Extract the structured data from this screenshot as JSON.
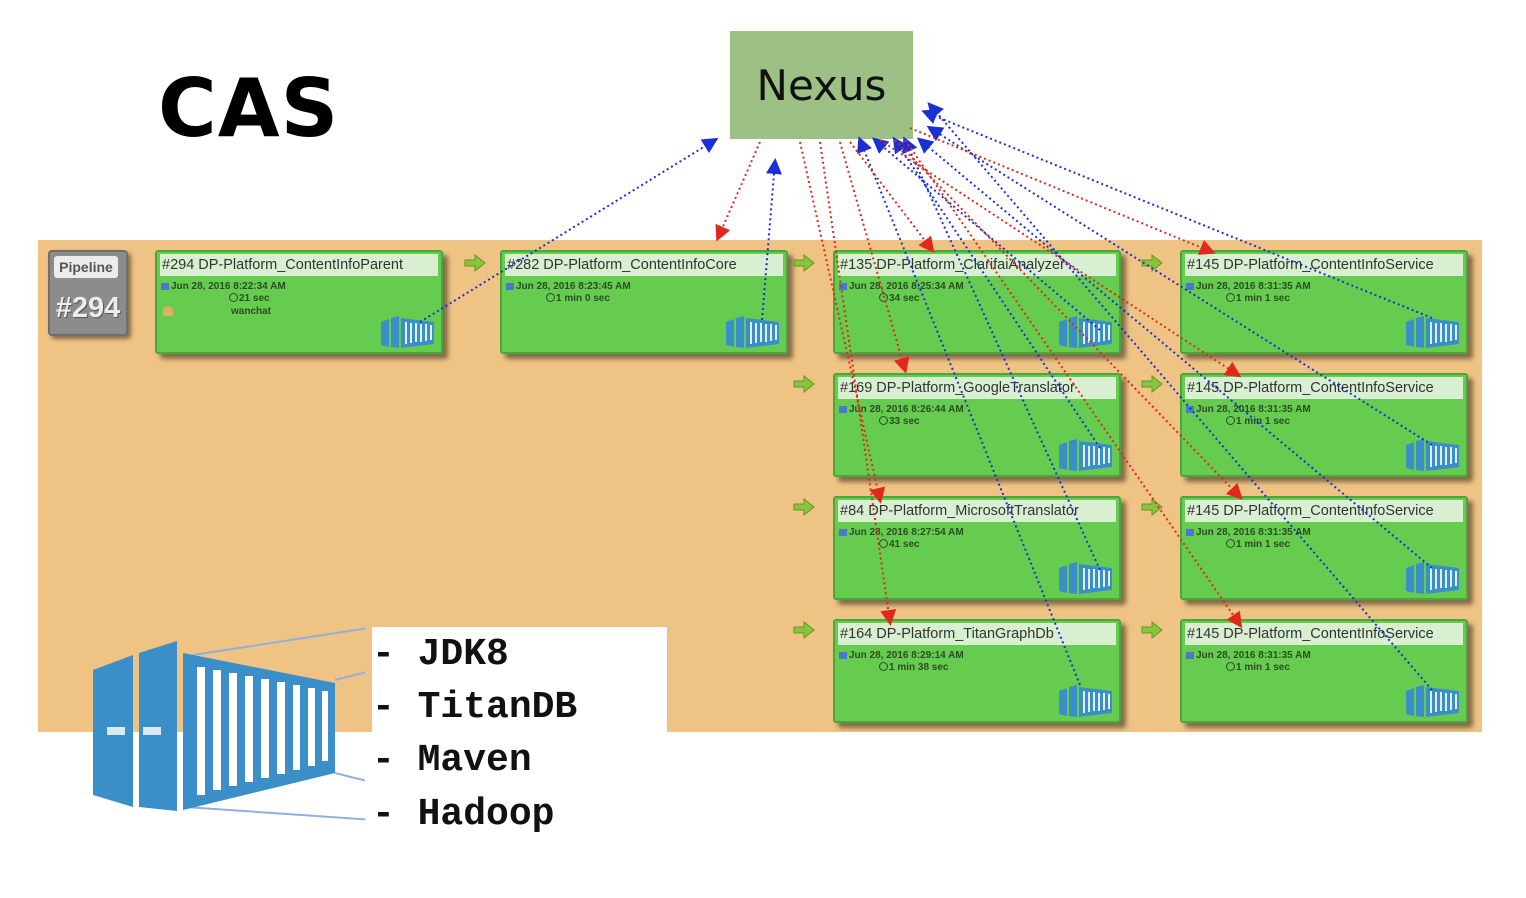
{
  "title": "CAS",
  "nexus": {
    "label": "Nexus"
  },
  "pipeline": {
    "label": "Pipeline",
    "number": "#294"
  },
  "jobs": [
    {
      "title": "#294 DP-Platform_ContentInfoParent",
      "date": "Jun 28, 2016 8:22:34 AM",
      "duration": "21 sec",
      "user": "wanchat"
    },
    {
      "title": "#282 DP-Platform_ContentInfoCore",
      "date": "Jun 28, 2016 8:23:45 AM",
      "duration": "1 min 0 sec"
    },
    {
      "title": "#135 DP-Platform_ClarifaiAnalyzer",
      "date": "Jun 28, 2016 8:25:34 AM",
      "duration": "34 sec"
    },
    {
      "title": "#169 DP-Platform_GoogleTranslator",
      "date": "Jun 28, 2016 8:26:44 AM",
      "duration": "33 sec"
    },
    {
      "title": "#84 DP-Platform_MicrosoftTranslator",
      "date": "Jun 28, 2016 8:27:54 AM",
      "duration": "41 sec"
    },
    {
      "title": "#164 DP-Platform_TitanGraphDb",
      "date": "Jun 28, 2016 8:29:14 AM",
      "duration": "1 min 38 sec"
    },
    {
      "title": "#145 DP-Platform_ContentInfoService",
      "date": "Jun 28, 2016 8:31:35 AM",
      "duration": "1 min 1 sec"
    },
    {
      "title": "#145 DP-Platform_ContentInfoService",
      "date": "Jun 28, 2016 8:31:35 AM",
      "duration": "1 min 1 sec"
    },
    {
      "title": "#145 DP-Platform_ContentInfoService",
      "date": "Jun 28, 2016 8:31:35 AM",
      "duration": "1 min 1 sec"
    },
    {
      "title": "#145 DP-Platform_ContentInfoService",
      "date": "Jun 28, 2016 8:31:35 AM",
      "duration": "1 min 1 sec"
    }
  ],
  "container_specs": [
    "- JDK8",
    "- TitanDB",
    "- Maven",
    "- Hadoop"
  ],
  "colors": {
    "board": "#efc383",
    "job": "#66cc4f",
    "nexus": "#9dc184",
    "push_arrow": "#1a2fd6",
    "pull_arrow": "#e0281e",
    "container": "#3a8fc9"
  },
  "icons": [
    "calendar-icon",
    "clock-icon",
    "user-icon",
    "container-icon",
    "next-arrow-icon"
  ]
}
